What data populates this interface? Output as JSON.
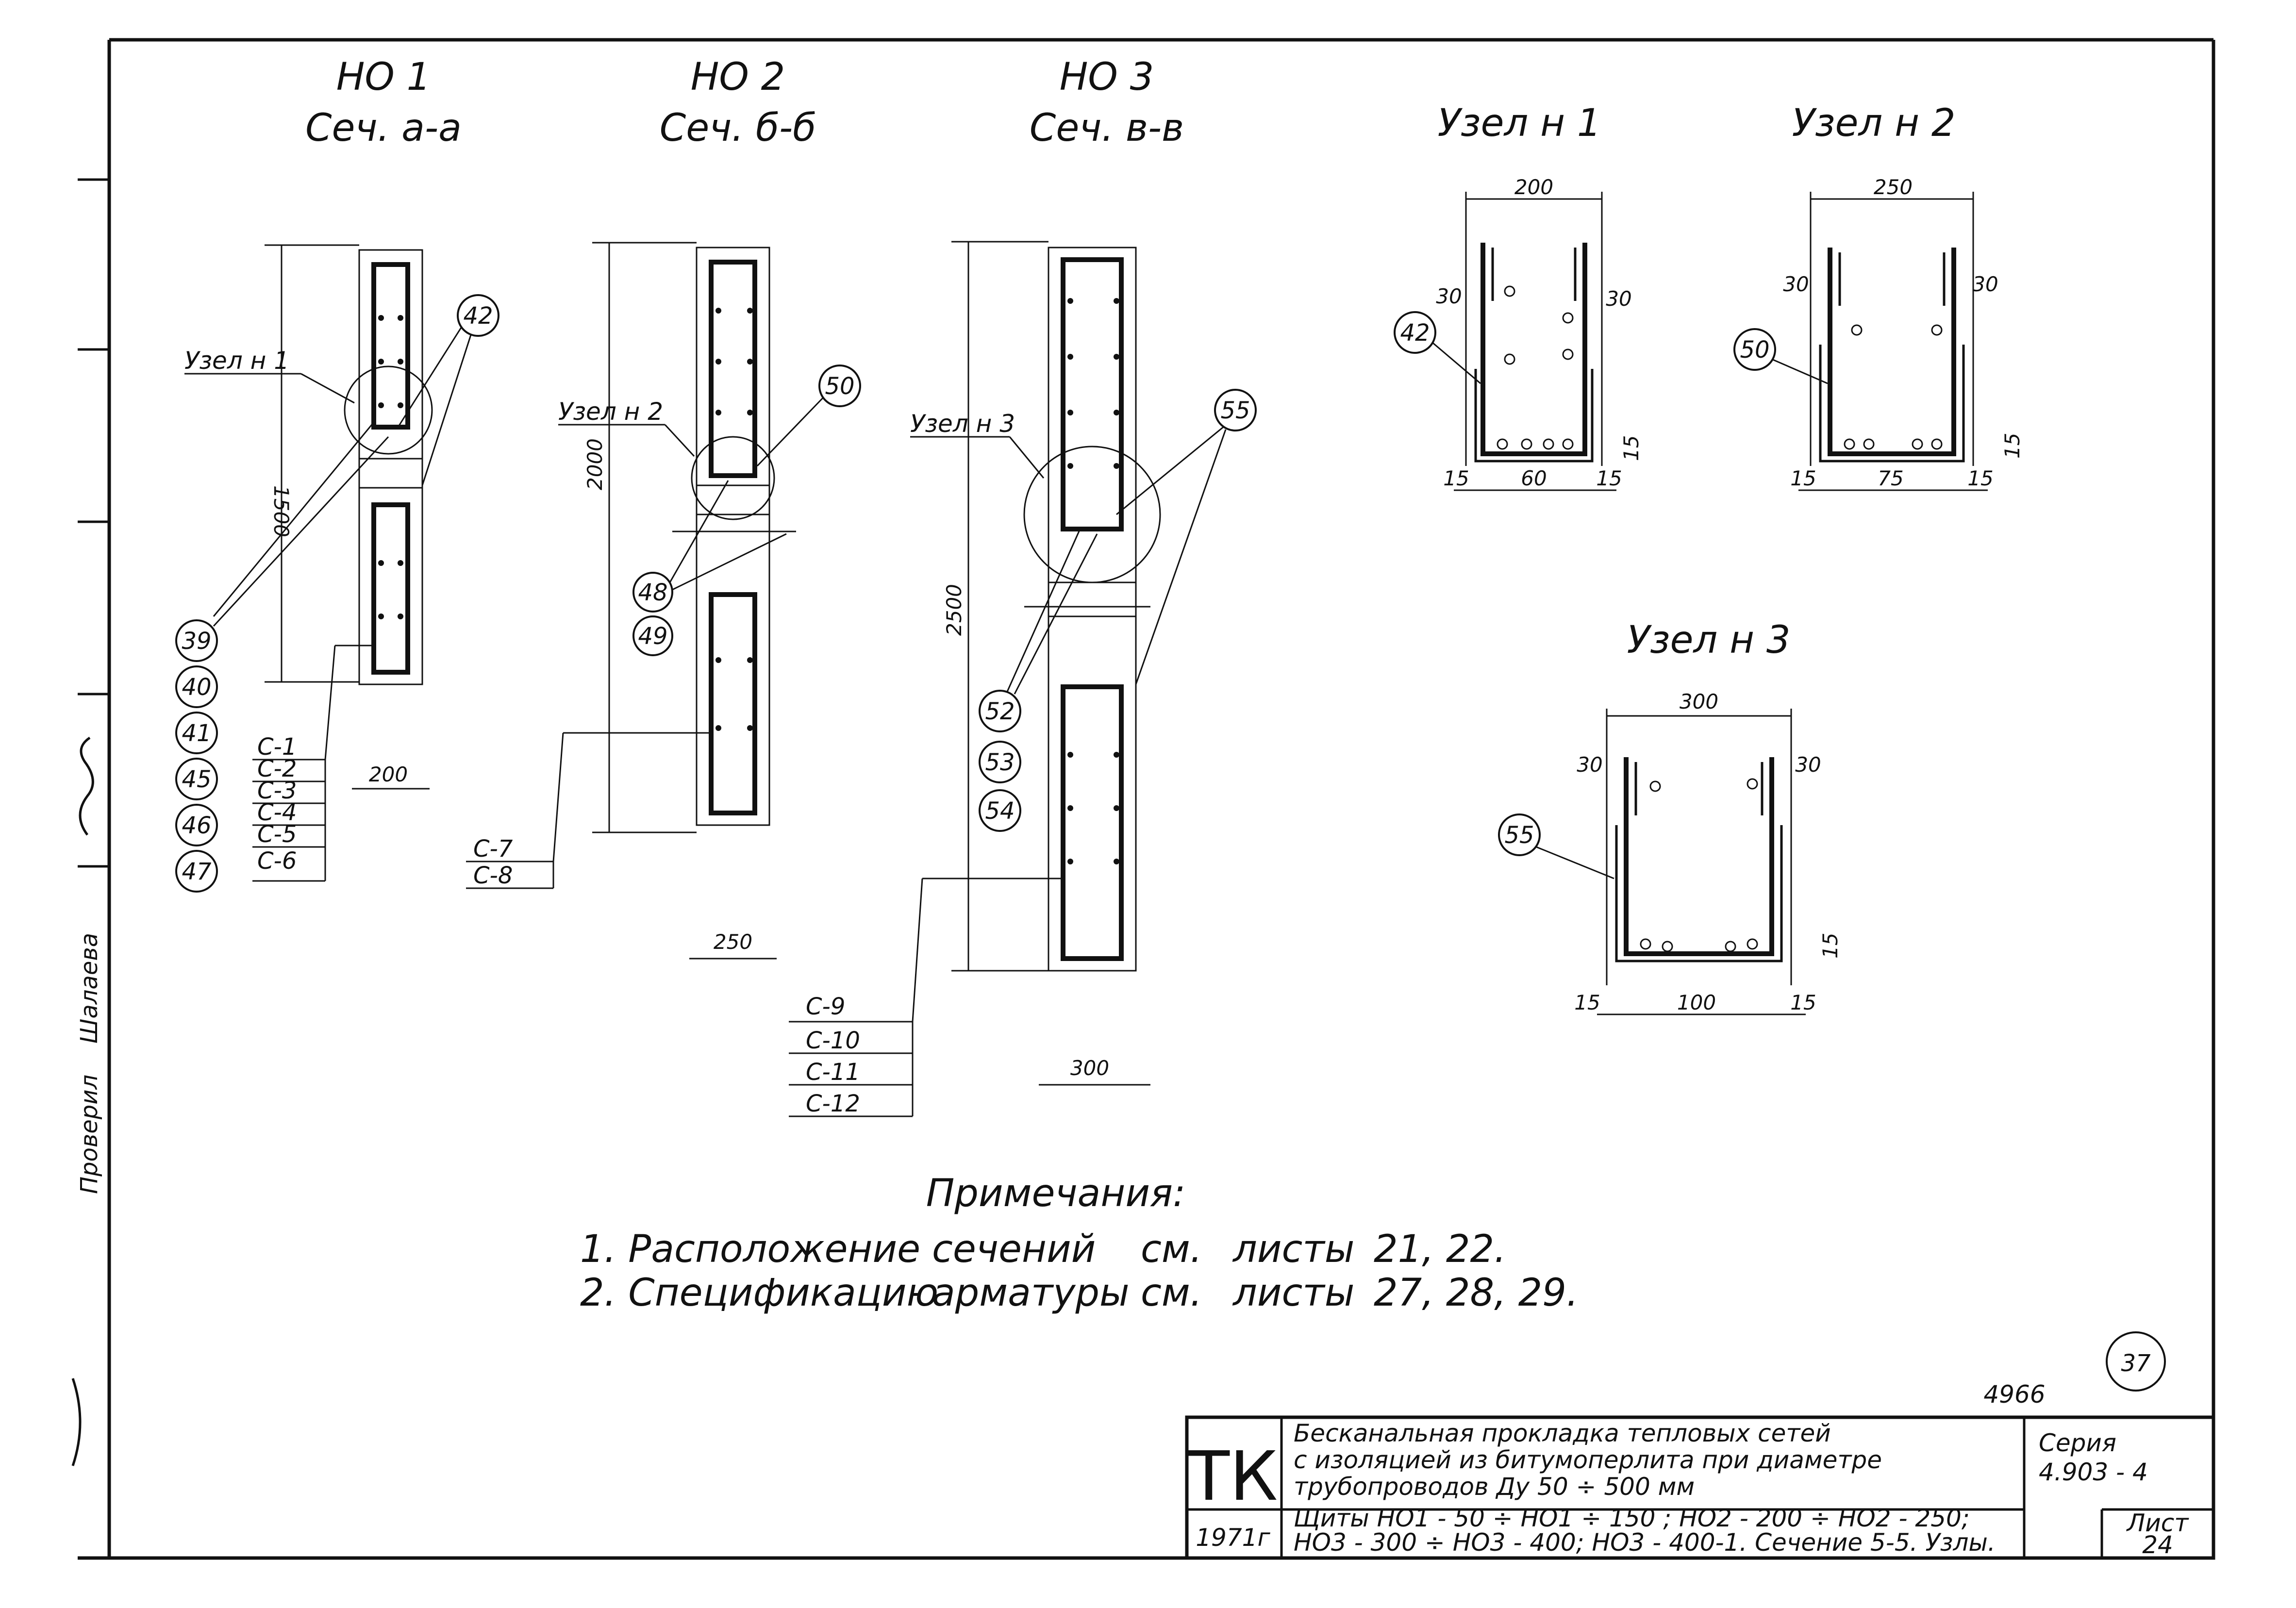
{
  "sections": [
    {
      "code": "НО 1",
      "cut": "Сеч. а-а",
      "node_ref": "Узел н 1",
      "height": "1500",
      "width": "200",
      "callouts": [
        "42",
        "39",
        "40",
        "41",
        "45",
        "46",
        "47"
      ],
      "marks": [
        "С-1",
        "С-2",
        "С-3",
        "С-4",
        "С-5",
        "С-6"
      ]
    },
    {
      "code": "НО 2",
      "cut": "Сеч. б-б",
      "node_ref": "Узел н 2",
      "height": "2000",
      "width": "250",
      "callouts": [
        "50",
        "48",
        "49"
      ],
      "marks": [
        "С-7",
        "С-8"
      ]
    },
    {
      "code": "НО 3",
      "cut": "Сеч. в-в",
      "node_ref": "Узел н 3",
      "height": "2500",
      "width": "300",
      "callouts": [
        "55",
        "52",
        "53",
        "54"
      ],
      "marks": [
        "С-9",
        "С-10",
        "С-11",
        "С-12"
      ]
    }
  ],
  "nodes": [
    {
      "title": "Узел н 1",
      "width": "200",
      "side_left": "30",
      "side_right": "30",
      "bottom": "15",
      "b_left": "15",
      "b_mid": "60",
      "b_right": "15",
      "callout": "42"
    },
    {
      "title": "Узел н 2",
      "width": "250",
      "side_left": "30",
      "side_right": "30",
      "bottom": "15",
      "b_left": "15",
      "b_mid": "75",
      "b_right": "15",
      "callout": "50"
    },
    {
      "title": "Узел н 3",
      "width": "300",
      "side_left": "30",
      "side_right": "30",
      "bottom": "15",
      "b_left": "15",
      "b_mid": "100",
      "b_right": "15",
      "callout": "55"
    }
  ],
  "notes": {
    "title": "Примечания:",
    "items": [
      [
        "1. Расположение",
        "сечений",
        "см.",
        "листы",
        "21, 22."
      ],
      [
        "2. Спецификацию",
        "арматуры",
        "см.",
        "листы",
        "27, 28, 29."
      ]
    ]
  },
  "sheet_mark": "37",
  "inventory": "4966",
  "side_stamp": {
    "checked": "Проверил",
    "name": "Шалаева"
  },
  "title_block": {
    "org": "ТК",
    "year": "1971г",
    "title": [
      "Бесканальная прокладка тепловых сетей",
      "с изоляцией из битумоперлита при диаметре",
      "трубопроводов Ду 50 ÷ 500 мм"
    ],
    "subtitle": [
      "Щиты НО1 - 50 ÷ НО1 ÷ 150 ; НО2 - 200 ÷ НО2 - 250;",
      "НО3 - 300 ÷ НО3 - 400; НО3 - 400-1. Сечение 5-5. Узлы."
    ],
    "series_label": "Серия",
    "series": "4.903 - 4",
    "sheet_label": "Лист",
    "sheet": "24"
  }
}
